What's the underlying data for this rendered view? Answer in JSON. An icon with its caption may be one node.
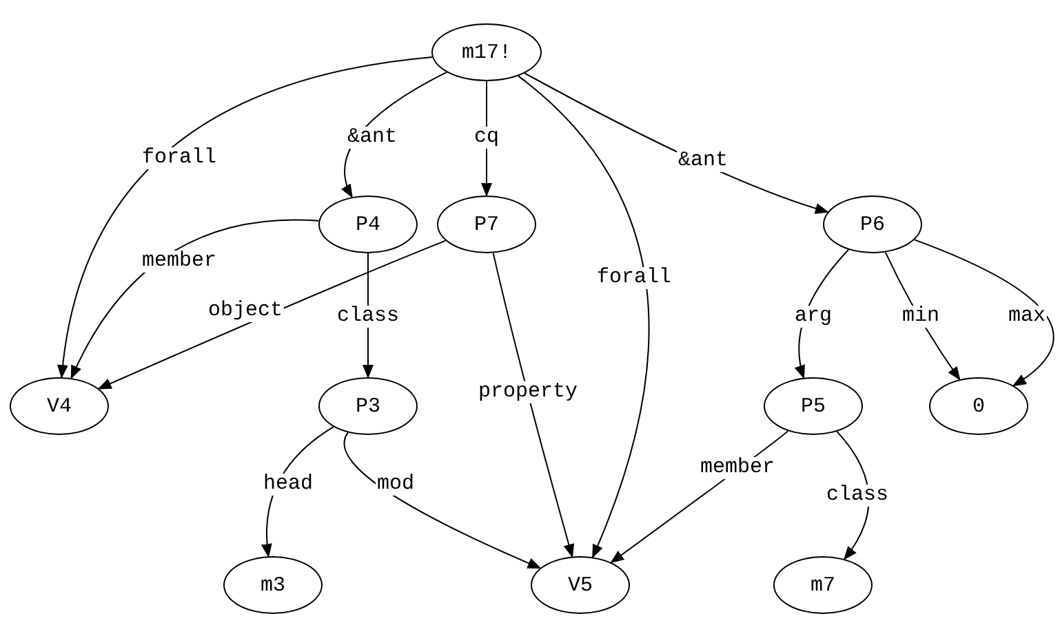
{
  "diagram": {
    "nodes": [
      {
        "text": [
          "m17!"
        ]
      },
      {
        "text": [
          "P4"
        ]
      },
      {
        "text": [
          "P7"
        ]
      },
      {
        "text": [
          "P6"
        ]
      },
      {
        "text": [
          "V4"
        ]
      },
      {
        "text": [
          "P3"
        ]
      },
      {
        "text": [
          "P5"
        ]
      },
      {
        "text": [
          "0"
        ]
      },
      {
        "text": [
          "m3"
        ]
      },
      {
        "text": [
          "V5"
        ]
      },
      {
        "text": [
          "m7"
        ]
      }
    ],
    "edges": [
      {
        "from": 0,
        "to": 4,
        "label": "forall",
        "arrow": "to"
      },
      {
        "from": 0,
        "to": 1,
        "label": "&ant",
        "arrow": "to"
      },
      {
        "from": 0,
        "to": 2,
        "label": "cq",
        "arrow": "to"
      },
      {
        "from": 0,
        "to": 9,
        "label": "forall",
        "arrow": "to"
      },
      {
        "from": 0,
        "to": 3,
        "label": "&ant",
        "arrow": "to"
      },
      {
        "from": 1,
        "to": 4,
        "label": "member",
        "arrow": "to"
      },
      {
        "from": 1,
        "to": 5,
        "label": "class",
        "arrow": "to"
      },
      {
        "from": 2,
        "to": 4,
        "label": "object",
        "arrow": "to"
      },
      {
        "from": 2,
        "to": 9,
        "label": "property",
        "arrow": "to"
      },
      {
        "from": 5,
        "to": 8,
        "label": "head",
        "arrow": "to"
      },
      {
        "from": 5,
        "to": 9,
        "label": "mod",
        "arrow": "to"
      },
      {
        "from": 3,
        "to": 6,
        "label": "arg",
        "arrow": "to"
      },
      {
        "from": 3,
        "to": 7,
        "label": "min",
        "arrow": "to"
      },
      {
        "from": 3,
        "to": 7,
        "label": "max",
        "arrow": "to"
      },
      {
        "from": 6,
        "to": 9,
        "label": "member",
        "arrow": "to"
      },
      {
        "from": 6,
        "to": 10,
        "label": "class",
        "arrow": "to"
      }
    ]
  }
}
